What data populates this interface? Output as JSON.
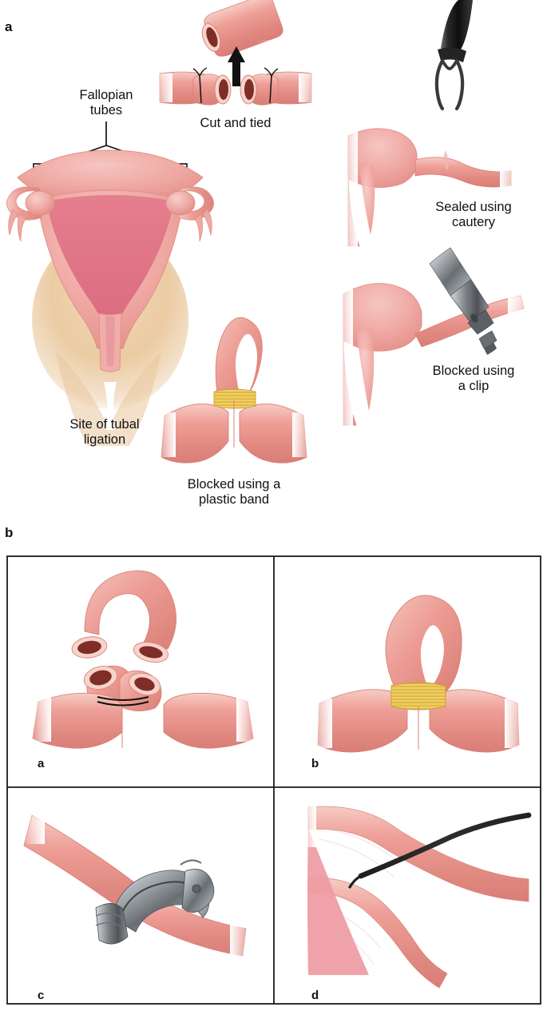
{
  "figure": {
    "panels": [
      {
        "id": "panel-a",
        "label": "a",
        "items": [
          {
            "name": "fallopian-tubes-label",
            "text": "Fallopian\ntubes",
            "line1": "Fallopian",
            "line2": "tubes"
          },
          {
            "name": "cut-and-tied-caption",
            "text": "Cut and tied"
          },
          {
            "name": "sealed-using-cautery-caption",
            "line1": "Sealed using",
            "line2": "cautery"
          },
          {
            "name": "blocked-using-a-clip-caption",
            "line1": "Blocked using",
            "line2": "a clip"
          },
          {
            "name": "blocked-using-plastic-band-caption",
            "line1": "Blocked using a",
            "line2": "plastic band"
          },
          {
            "name": "site-of-tubal-ligation-caption",
            "line1": "Site of tubal",
            "line2": "ligation"
          }
        ]
      },
      {
        "id": "panel-b",
        "label": "b",
        "quadrants": [
          {
            "id": "quad-a",
            "label": "a",
            "description": "Tubal segment excised and stumps ligated with suture"
          },
          {
            "id": "quad-b",
            "label": "b",
            "description": "Silicone band applied over a loop of tube"
          },
          {
            "id": "quad-c",
            "label": "c",
            "description": "Metallic clip applied across the tube"
          },
          {
            "id": "quad-d",
            "label": "d",
            "description": "Coiled micro-insert placed within the tubal lumen"
          }
        ]
      }
    ]
  },
  "colors": {
    "tube_mid": "#E8918A",
    "tube_light": "#F3BDB5",
    "tube_rim": "#F7D3CC",
    "tube_lumen": "#7E2E27",
    "uterus_body": "#F0A9A4",
    "uterus_cavity": "#E27E8C",
    "skin": "#EBCBA2",
    "band_yellow": "#F0CE58",
    "metal_dark": "#4D5155",
    "metal_light": "#C9CDD1",
    "cautery_black": "#1B1B1B",
    "outline": "#1a1a1a",
    "suture": "#1a1a1a"
  }
}
